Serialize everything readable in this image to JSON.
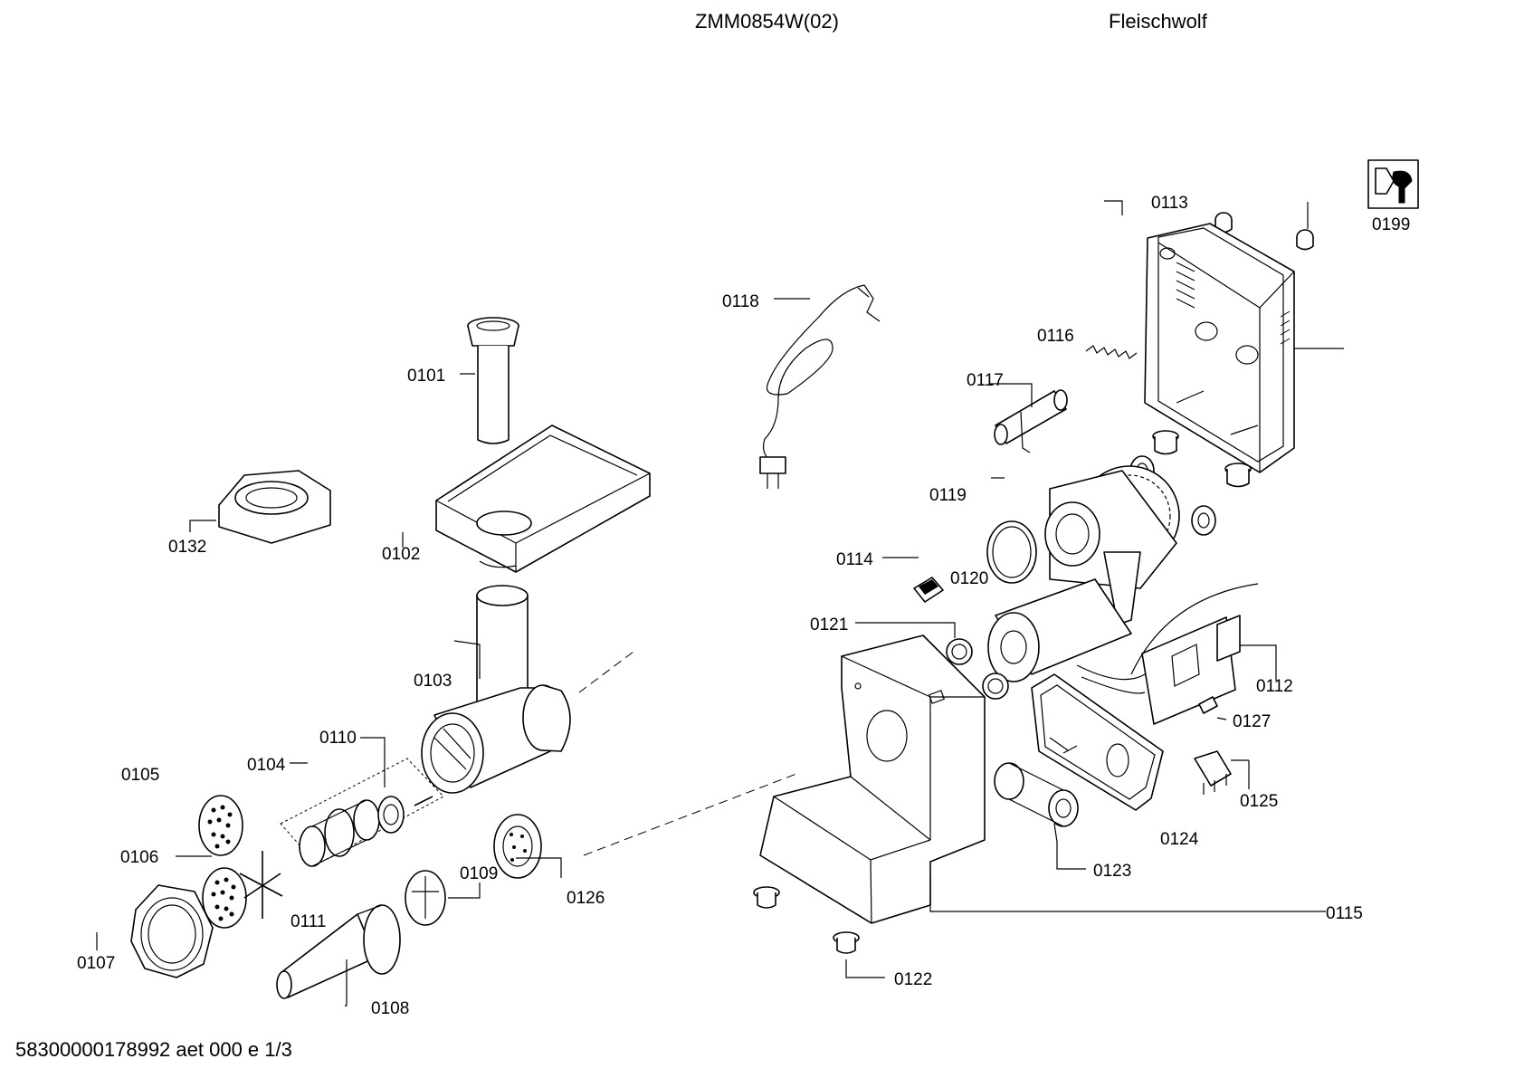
{
  "header": {
    "model": "ZMM0854W(02)",
    "title": "Fleischwolf"
  },
  "footer": {
    "document_ref": "58300000178992 aet 000 e 1/3"
  },
  "service_icon": {
    "icon": "wrench-service-icon",
    "label": "0199"
  },
  "part_labels": [
    "0101",
    "0102",
    "0103",
    "0104",
    "0105",
    "0106",
    "0107",
    "0108",
    "0109",
    "0110",
    "0111",
    "0112",
    "0113",
    "0114",
    "0115",
    "0116",
    "0117",
    "0118",
    "0119",
    "0120",
    "0121",
    "0122",
    "0123",
    "0124",
    "0125",
    "0126",
    "0127",
    "0132"
  ]
}
